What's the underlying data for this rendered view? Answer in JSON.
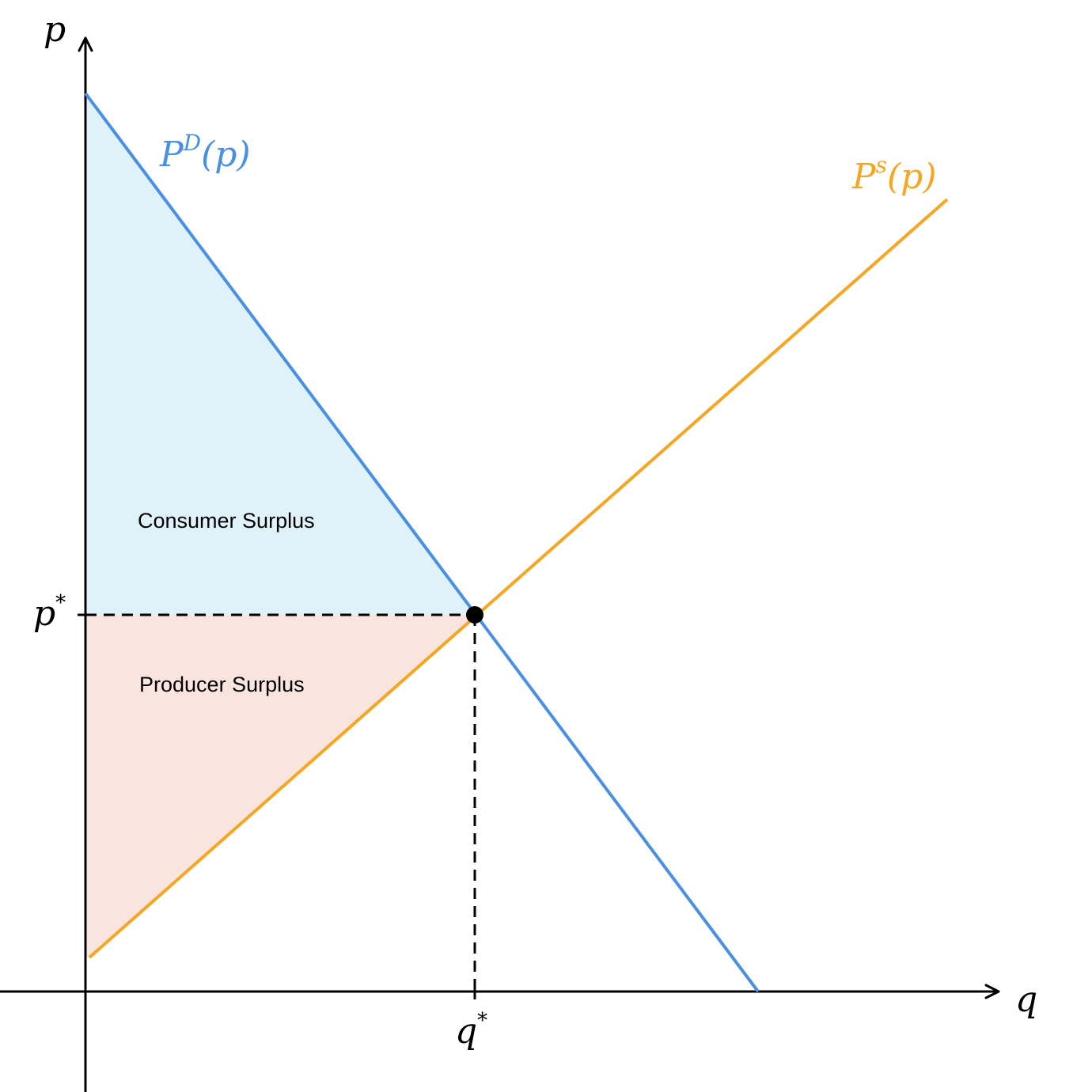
{
  "axes": {
    "y_label": "p",
    "x_label": "q"
  },
  "curves": {
    "demand": {
      "label_base": "P",
      "label_sup": "D",
      "label_tail": "(p)",
      "color": "#4a90e2"
    },
    "supply": {
      "label_base": "P",
      "label_sup": "s",
      "label_tail": "(p)",
      "color": "#f5a623"
    }
  },
  "equilibrium": {
    "price_label_base": "p",
    "price_label_sup": "*",
    "quantity_label_base": "q",
    "quantity_label_sup": "*"
  },
  "regions": {
    "consumer_surplus": {
      "label": "Consumer Surplus",
      "color": "#dff2f9"
    },
    "producer_surplus": {
      "label": "Producer Surplus",
      "color": "#f9e4de"
    }
  }
}
